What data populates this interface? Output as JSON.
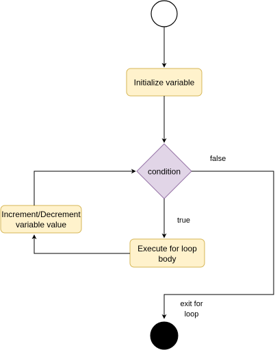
{
  "diagram": {
    "colors": {
      "process_fill": "#fff2cc",
      "process_stroke": "#d6b656",
      "decision_fill": "#e1d5e7",
      "decision_stroke": "#9673a6",
      "line": "#000000",
      "end_fill": "#000000",
      "start_fill": "#ffffff"
    },
    "nodes": {
      "initialize": {
        "label": "Initialize variable"
      },
      "condition": {
        "label": "condition"
      },
      "increment": {
        "line1": "Increment/Decrement",
        "line2": "variable value"
      },
      "body": {
        "line1": "Execute for loop",
        "line2": "body"
      }
    },
    "edges": {
      "false_label": "false",
      "true_label": "true",
      "exit_line1": "exit for",
      "exit_line2": "loop"
    }
  }
}
